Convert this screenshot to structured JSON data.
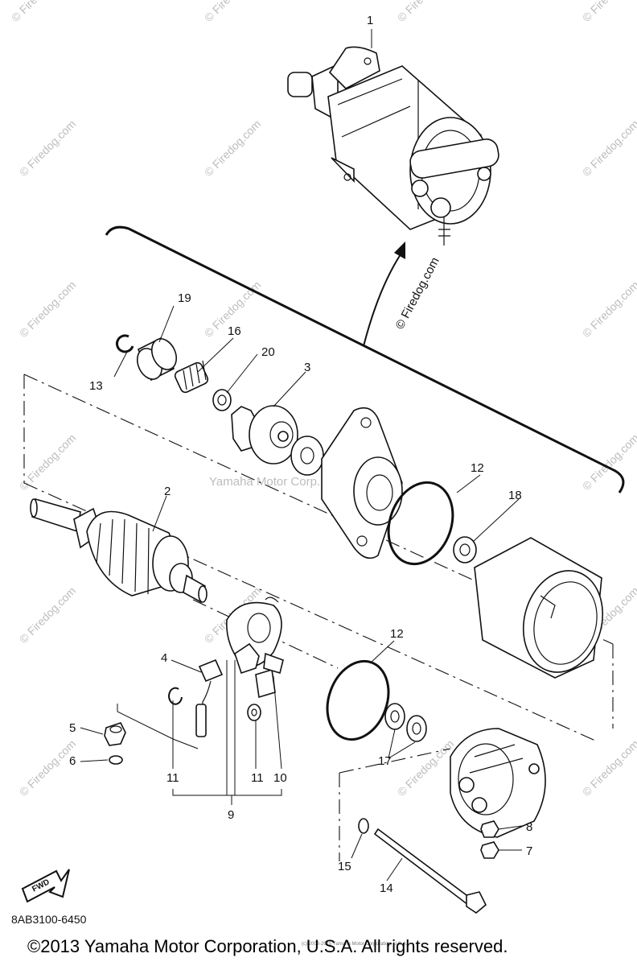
{
  "diagram": {
    "code": "8AB3100-6450",
    "copyright": "©2013 Yamaha Motor Corporation, U.S.A. All rights reserved.",
    "tiny_note": "(c) 2003-2015 Yamaha Motor Corporation, U.S.A.",
    "watermark_site": "© Firedog.com",
    "watermark_center": "Yamaha Motor Corp., U.S.A.",
    "fwd_label": "FWD",
    "callouts": {
      "c1": "1",
      "c2": "2",
      "c3": "3",
      "c4": "4",
      "c5": "5",
      "c6": "6",
      "c7": "7",
      "c8": "8",
      "c9": "9",
      "c10": "10",
      "c11a": "11",
      "c11b": "11",
      "c12a": "12",
      "c12b": "12",
      "c13": "13",
      "c14": "14",
      "c15": "15",
      "c16": "16",
      "c17": "17",
      "c18": "18",
      "c19": "19",
      "c20": "20"
    }
  }
}
